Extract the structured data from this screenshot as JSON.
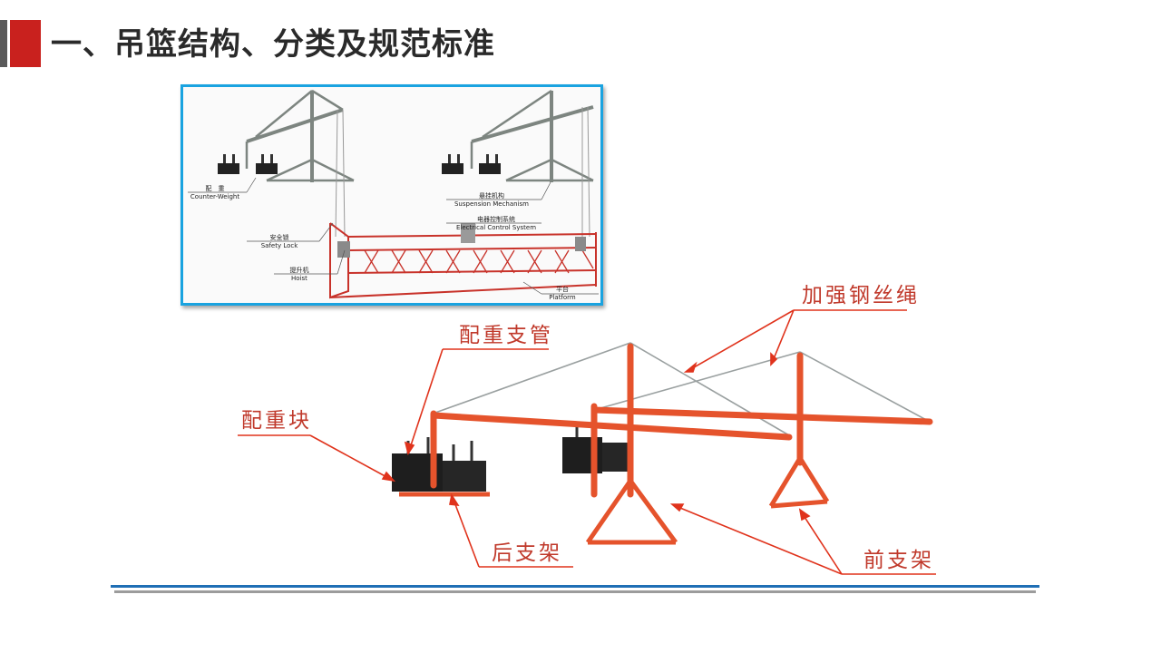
{
  "slide": {
    "title": "一、吊篮结构、分类及规范标准",
    "accent_color": "#c9211e",
    "label_color": "#c0392b"
  },
  "photo": {
    "counter_weight_cn": "配　重",
    "counter_weight_en": "Counter-Weight",
    "suspension_cn": "悬挂机构",
    "suspension_en": "Suspension Mechanism",
    "electrical_cn": "电器控制系统",
    "electrical_en": "Electrical Control System",
    "safety_lock_cn": "安全锁",
    "safety_lock_en": "Safety Lock",
    "hoist_cn": "提升机",
    "hoist_en": "Hoist",
    "platform_cn": "平台",
    "platform_en": "Platform"
  },
  "diagram": {
    "labels": {
      "wire_rope": "加强钢丝绳",
      "counterweight_pipe": "配重支管",
      "counterweight_block": "配重块",
      "rear_support": "后支架",
      "front_support": "前支架"
    }
  },
  "icons": [
    "title-accent-icon"
  ]
}
